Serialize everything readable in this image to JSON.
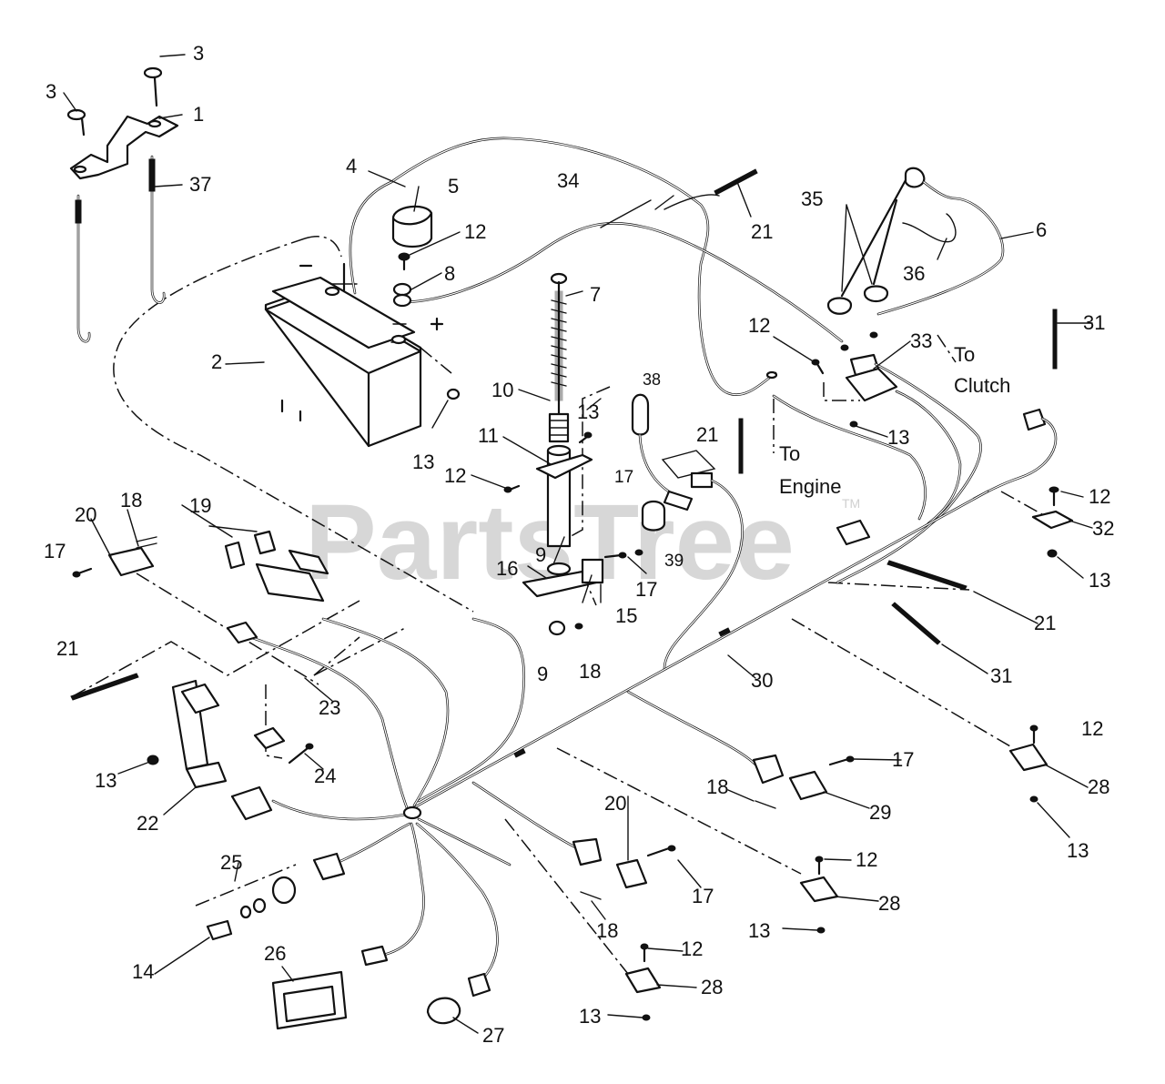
{
  "watermark": {
    "text": "PartsTree",
    "tm": "TM"
  },
  "notes": {
    "to_clutch_1": "To",
    "to_clutch_2": "Clutch",
    "to_engine_1": "To",
    "to_engine_2": "Engine"
  },
  "callouts": {
    "n1": "1",
    "n2": "2",
    "n3a": "3",
    "n3b": "3",
    "n4": "4",
    "n5": "5",
    "n6": "6",
    "n7": "7",
    "n8": "8",
    "n9a": "9",
    "n9b": "9",
    "n10": "10",
    "n11": "11",
    "n12a": "12",
    "n12b": "12",
    "n12c": "12",
    "n12d": "12",
    "n12e": "12",
    "n12f": "12",
    "n12g": "12",
    "n13a": "13",
    "n13b": "13",
    "n13c": "13",
    "n13d": "13",
    "n13e": "13",
    "n13f": "13",
    "n13g": "13",
    "n13h": "13",
    "n14": "14",
    "n15": "15",
    "n16": "16",
    "n17a": "17",
    "n17b": "17",
    "n17c": "17",
    "n17d": "17",
    "n17e": "17",
    "n18a": "18",
    "n18b": "18",
    "n18c": "18",
    "n18d": "18",
    "n19": "19",
    "n20a": "20",
    "n20b": "20",
    "n21a": "21",
    "n21b": "21",
    "n21c": "21",
    "n21d": "21",
    "n22": "22",
    "n23": "23",
    "n24": "24",
    "n25": "25",
    "n26": "26",
    "n27": "27",
    "n28a": "28",
    "n28b": "28",
    "n28c": "28",
    "n29": "29",
    "n30": "30",
    "n31a": "31",
    "n31b": "31",
    "n32": "32",
    "n33": "33",
    "n34": "34",
    "n35": "35",
    "n36": "36",
    "n37": "37",
    "n38": "38",
    "n39": "39"
  }
}
